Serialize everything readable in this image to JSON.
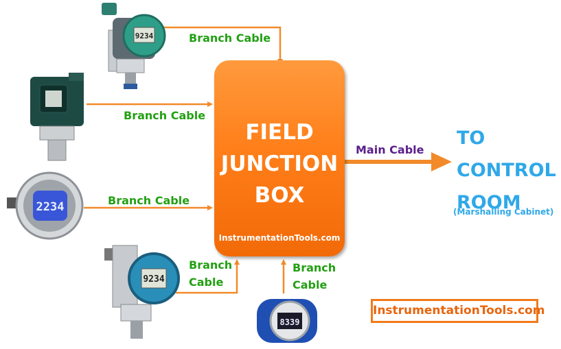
{
  "junction_box": {
    "title_lines": [
      "FIELD",
      "JUNCTION",
      "BOX"
    ],
    "watermark": "InstrumentationTools.com"
  },
  "cables": {
    "branch_1": "Branch Cable",
    "branch_2": "Branch Cable",
    "branch_3": "Branch Cable",
    "branch_4_lines": [
      "Branch",
      "Cable"
    ],
    "branch_5_lines": [
      "Branch",
      "Cable"
    ],
    "main": "Main Cable"
  },
  "destination": {
    "lines": [
      "TO",
      "CONTROL",
      "ROOM"
    ],
    "sub": "(Marshalling Cabinet)"
  },
  "site_badge": "InstrumentationTools.com",
  "transmitter_displays": {
    "t1": "9234",
    "t3": "2234",
    "t4": "9234",
    "t5": "8339"
  },
  "colors": {
    "box_orange": "#ff8a1f",
    "wire_orange": "#f28a2a",
    "branch_label_green": "#22a012",
    "main_label_purple": "#5a1e8c",
    "destination_blue": "#2fa8e8"
  }
}
